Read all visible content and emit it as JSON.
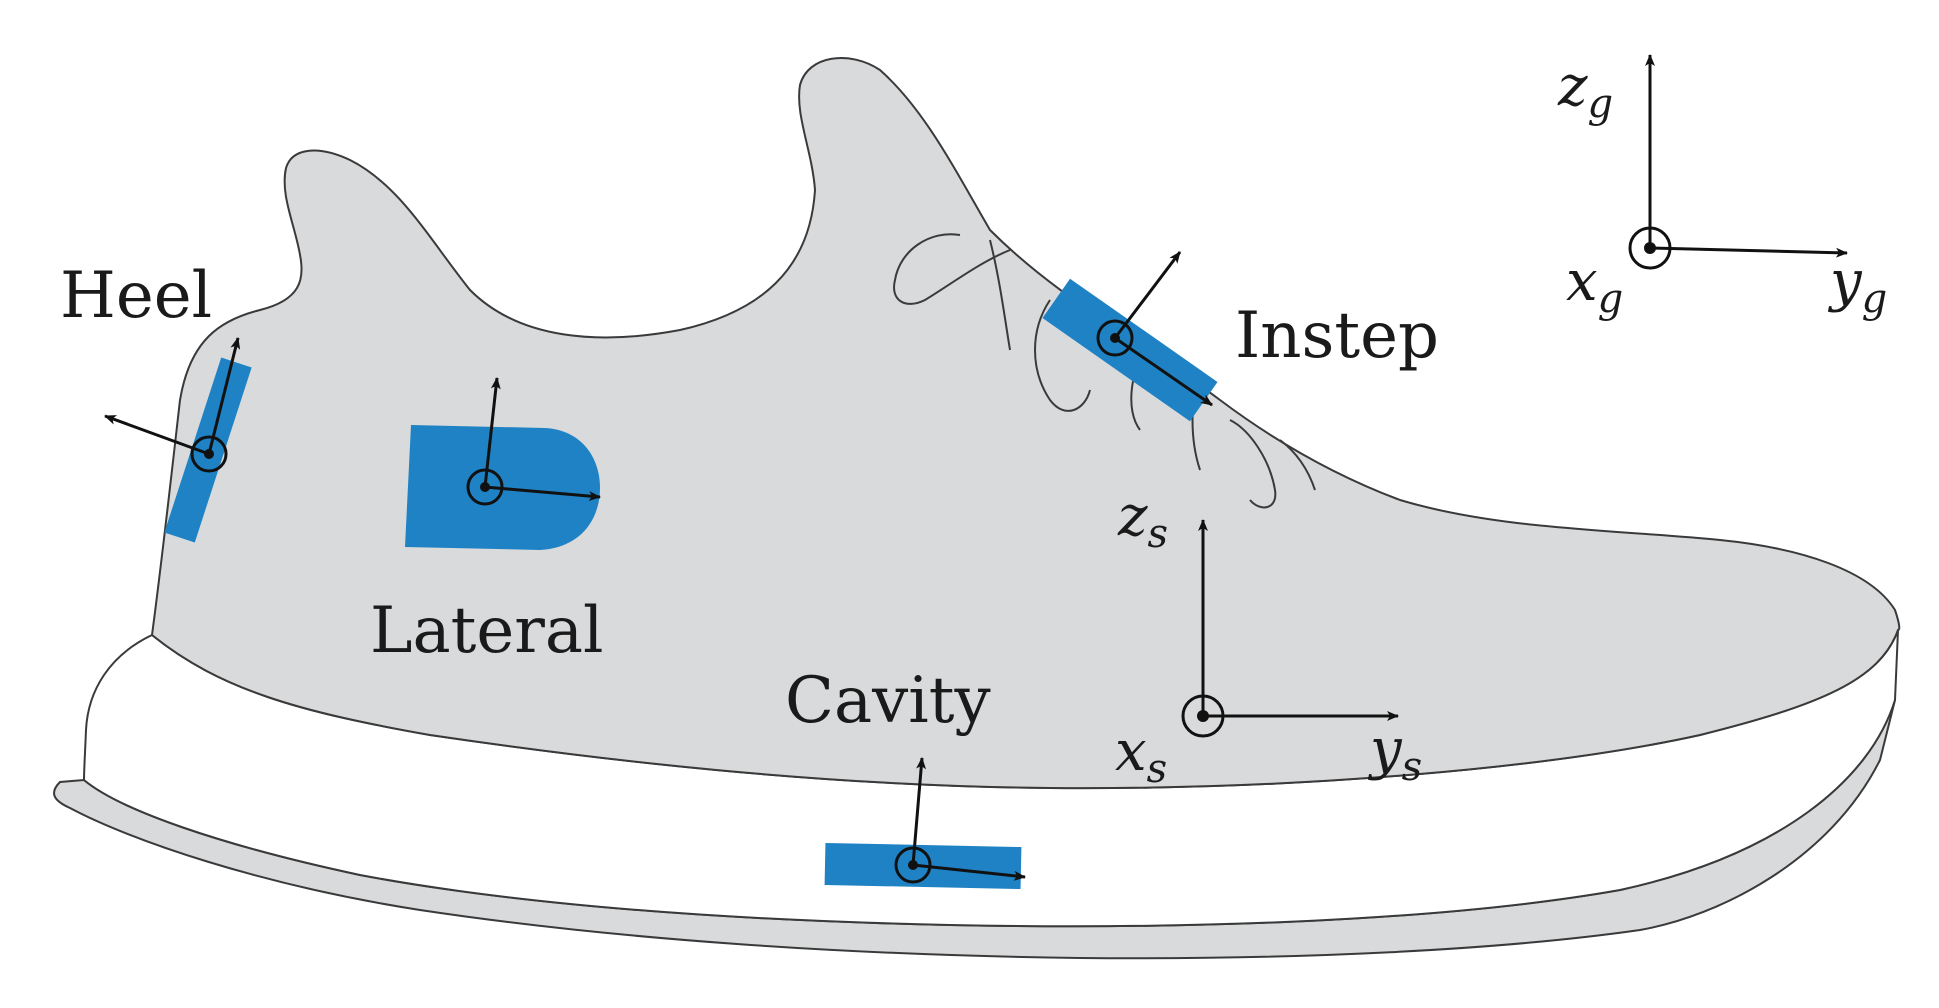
{
  "colors": {
    "upper": "#d9dadb",
    "sole": "#ffffff",
    "outsole": "#d9dadb",
    "outline": "#3a3a3a",
    "sensor": "#1f82c4",
    "ink": "#111111"
  },
  "labels": {
    "heel": "Heel",
    "lateral": "Lateral",
    "cavity": "Cavity",
    "instep": "Instep"
  },
  "frames": {
    "shoe": {
      "x": "x",
      "x_sub": "s",
      "y": "y",
      "y_sub": "s",
      "z": "z",
      "z_sub": "s"
    },
    "global": {
      "x": "x",
      "x_sub": "g",
      "y": "y",
      "y_sub": "g",
      "z": "z",
      "z_sub": "g"
    }
  }
}
